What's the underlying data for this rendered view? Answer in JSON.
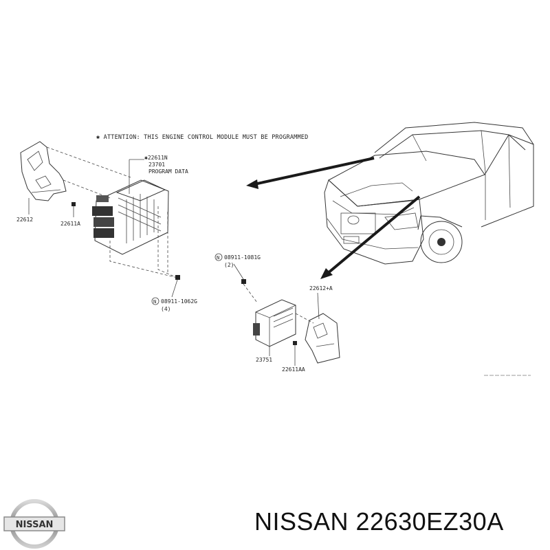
{
  "attention_note": "✱ ATTENTION: THIS ENGINE CONTROL MODULE MUST BE PROGRAMMED",
  "callouts": {
    "p22611n": "✱22611N",
    "p23701": "23701",
    "program_data": "PROGRAM DATA",
    "p22612": "22612",
    "p22611a": "22611A",
    "p08911_1062g": "08911-1062G",
    "p08911_1062g_qty": "(4)",
    "p08911_1081g": "08911-1081G",
    "p08911_1081g_qty": "(2)",
    "p22612a": "22612+A",
    "p23751": "23751",
    "p22611aa": "22611AA",
    "n_symbol": "N"
  },
  "logo_text": "NISSAN",
  "part_title": "NISSAN 22630EZ30A"
}
